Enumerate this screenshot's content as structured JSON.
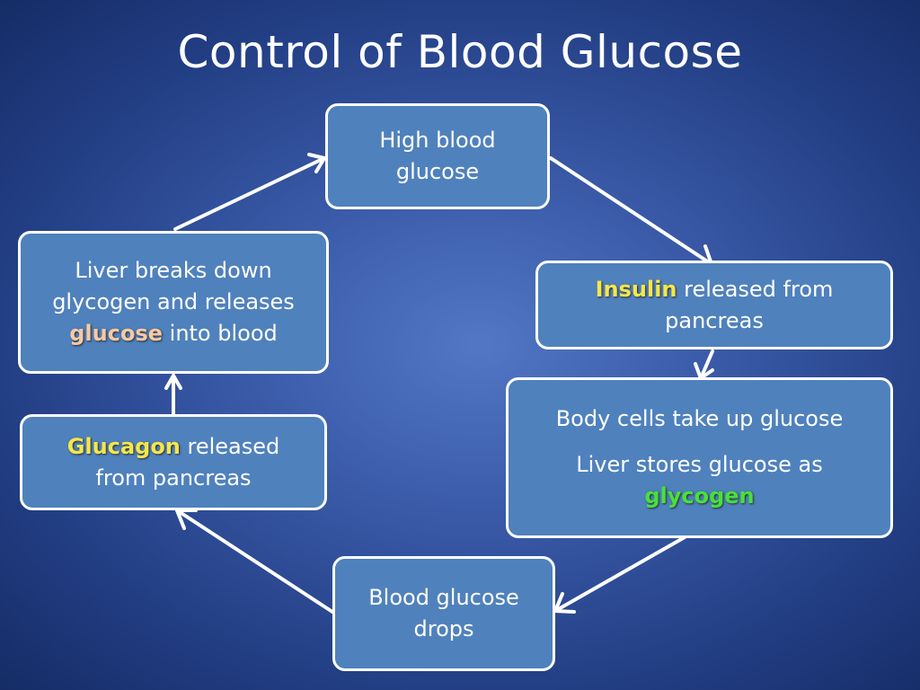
{
  "title": "Control of Blood Glucose",
  "colors": {
    "box_fill": "#4f81bd",
    "box_border": "#ffffff",
    "glucose_highlight": "#f8c9a2",
    "hormone_highlight": "#f5e64a",
    "glycogen_highlight": "#47e13a"
  },
  "nodes": {
    "high": {
      "line1": "High blood",
      "line2": "glucose"
    },
    "insulin": {
      "hormone": "Insulin",
      "rest1": " released from",
      "line2": "pancreas"
    },
    "cells": {
      "line1": "Body cells take up glucose",
      "line2": "Liver stores glucose as",
      "highlight": "glycogen"
    },
    "drops": {
      "line1": "Blood glucose",
      "line2": "drops"
    },
    "glucagon": {
      "hormone": "Glucagon",
      "rest1": " released",
      "line2": "from pancreas"
    },
    "liver": {
      "line1": "Liver breaks down",
      "line2": "glycogen and releases",
      "highlight": "glucose",
      "rest3": " into blood"
    }
  }
}
